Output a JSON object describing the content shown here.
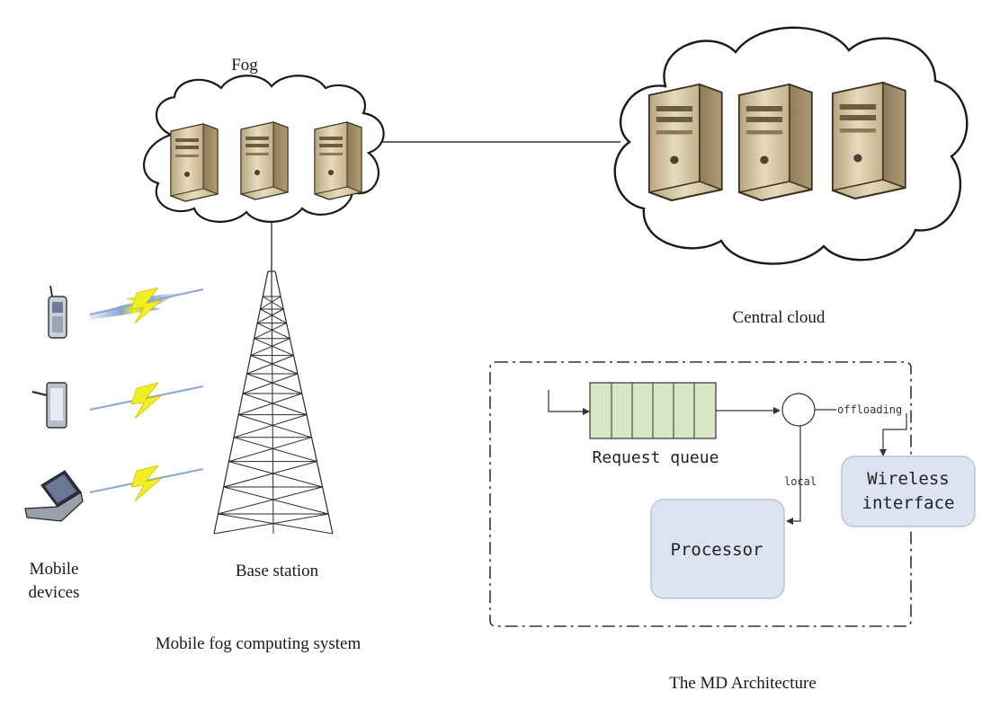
{
  "labels": {
    "fog": "Fog",
    "central_cloud": "Central cloud",
    "mobile_devices_line1": "Mobile",
    "mobile_devices_line2": "devices",
    "base_station": "Base station",
    "system_caption": "Mobile fog computing system",
    "md_caption": "The MD Architecture"
  },
  "md_architecture": {
    "request_queue": "Request queue",
    "offloading": "offloading",
    "local": "local",
    "processor": "Processor",
    "wireless_line1": "Wireless",
    "wireless_line2": "interface"
  },
  "colors": {
    "server_body": "#d9c9a4",
    "server_dark": "#9a8660",
    "queue_fill": "#d8e6c6",
    "box_fill": "#dde4f1",
    "box_stroke": "#b7c3d6",
    "bolt_yellow": "#f2ee24",
    "bolt_blue": "#8aa6d6"
  }
}
